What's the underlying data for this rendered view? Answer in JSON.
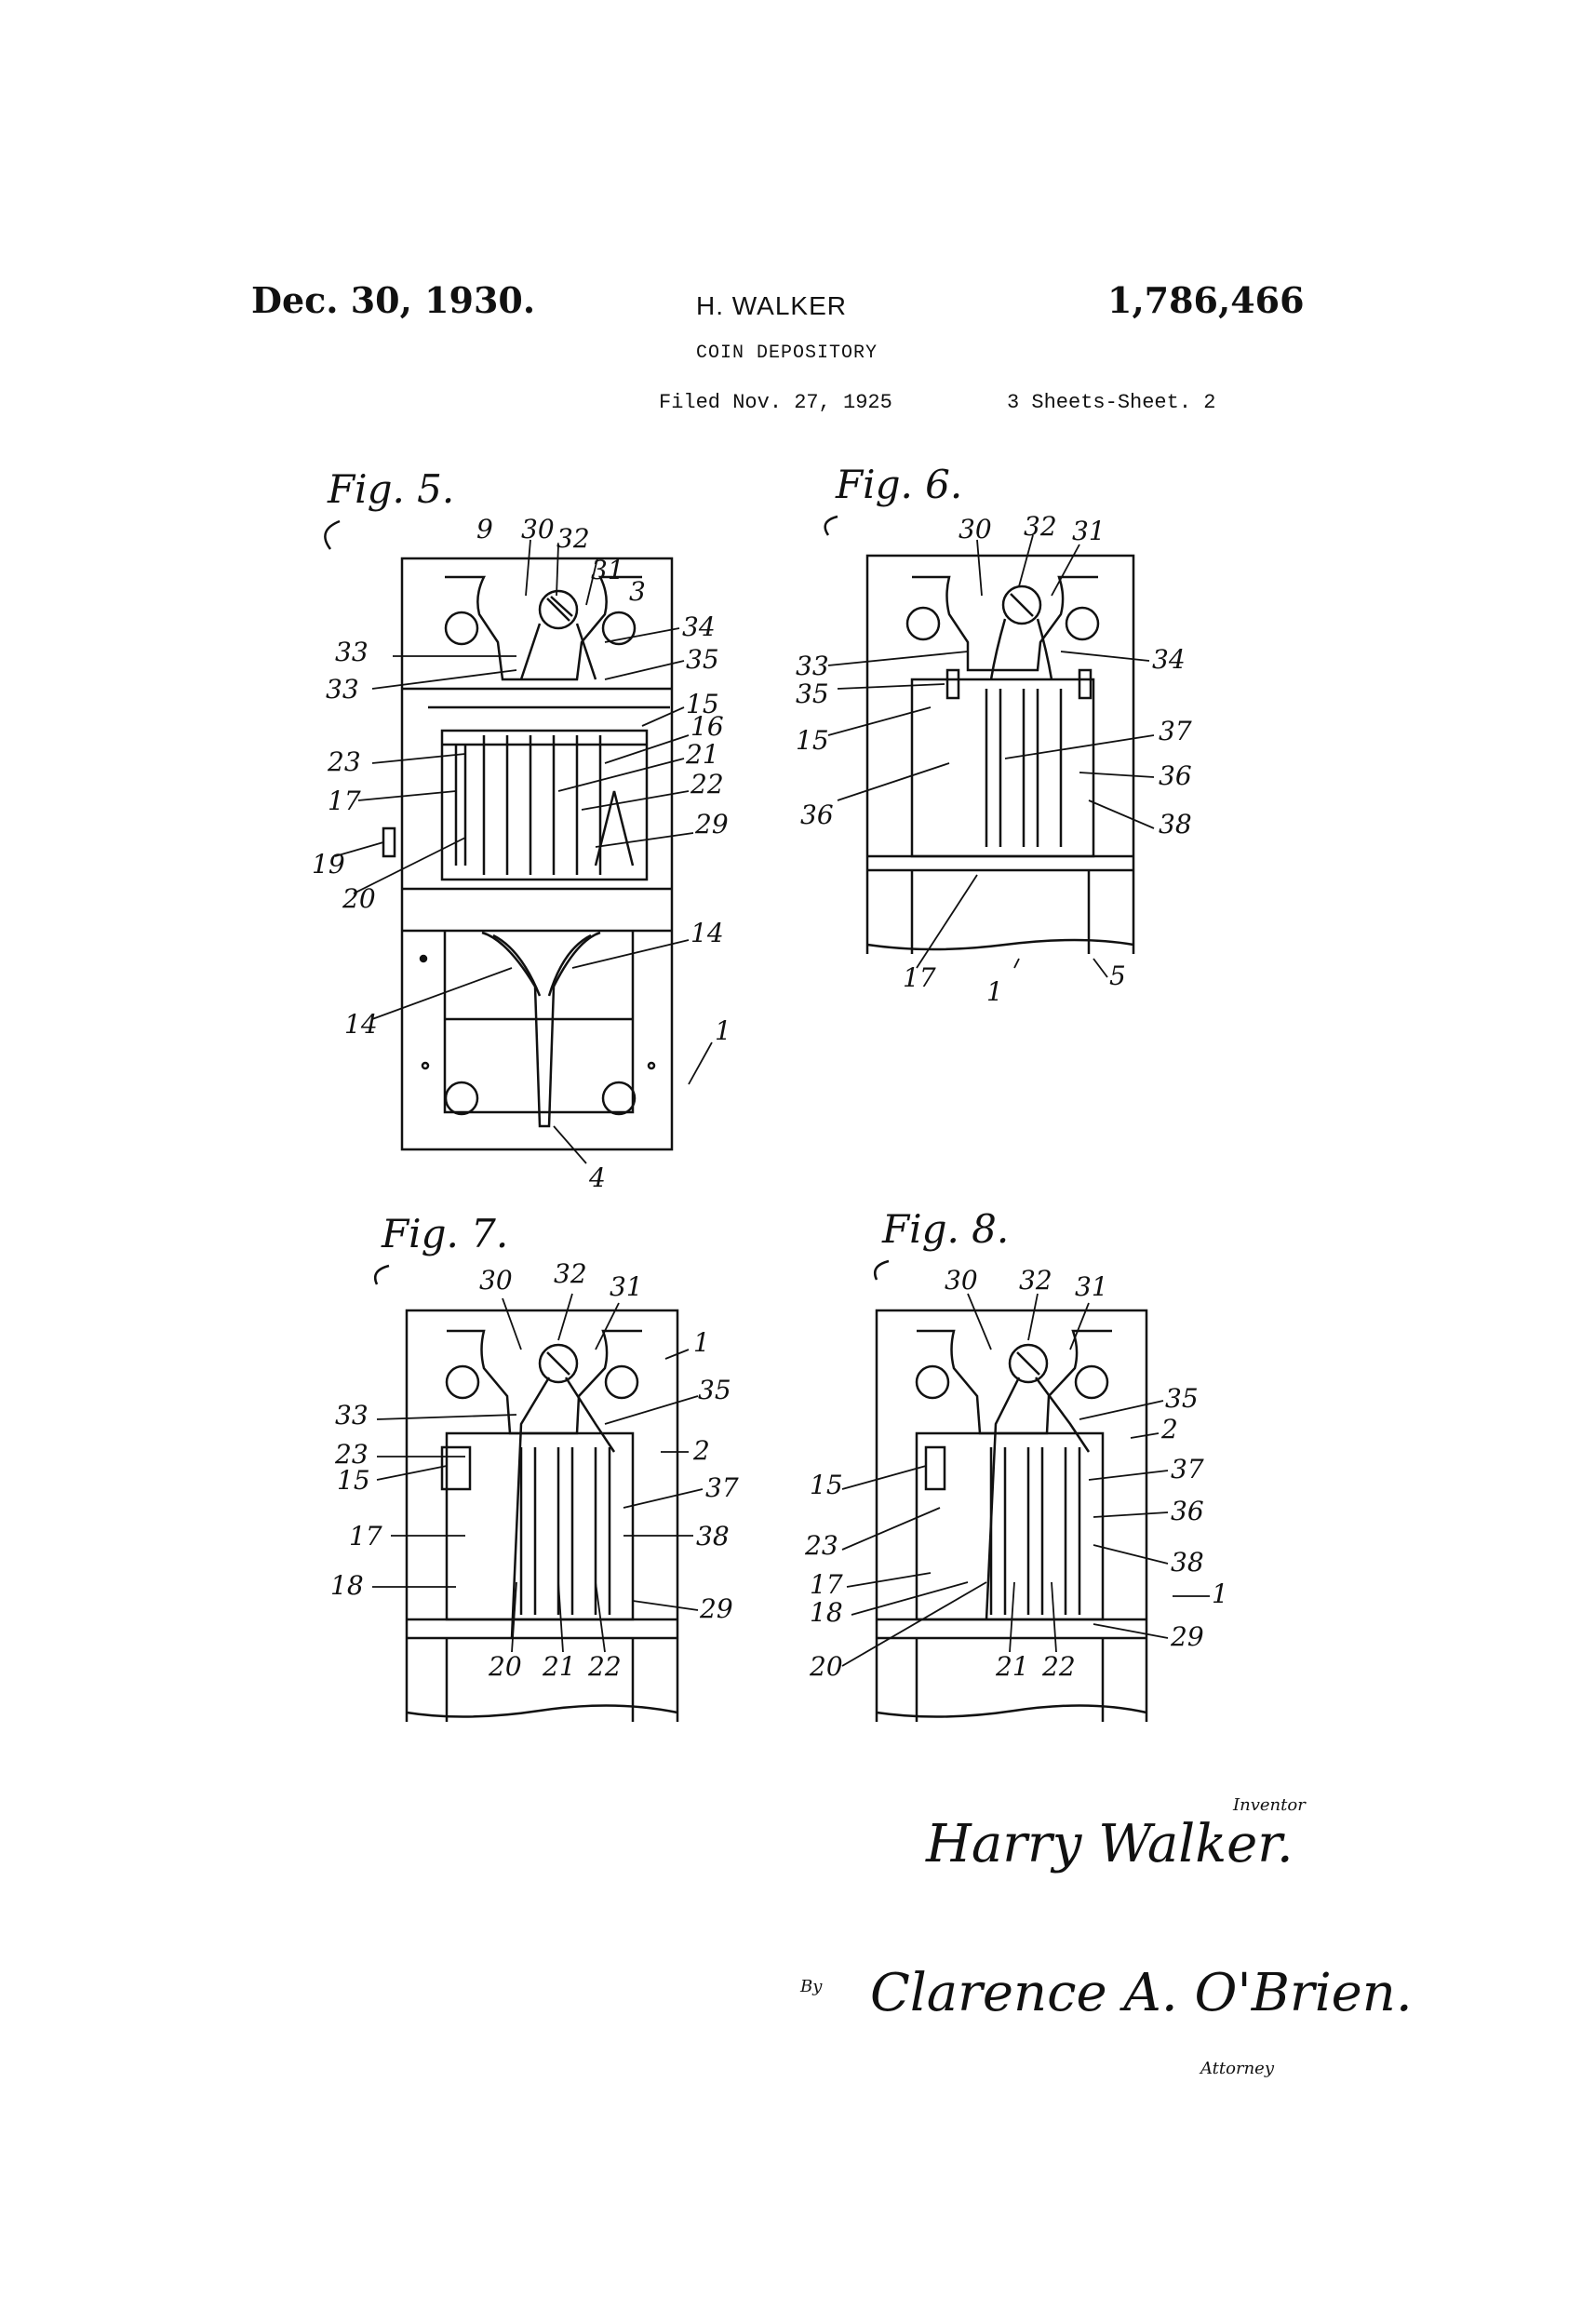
{
  "header": {
    "date": "Dec. 30, 1930.",
    "inventor": "H. WALKER",
    "patent_number": "1,786,466",
    "title": "COIN DEPOSITORY",
    "filed": "Filed Nov. 27, 1925",
    "sheets": "3 Sheets-Sheet. 2"
  },
  "figures": {
    "fig5": {
      "label": "Fig. 5.",
      "refs": [
        "9",
        "30",
        "32",
        "31",
        "3",
        "34",
        "35",
        "15",
        "16",
        "21",
        "22",
        "29",
        "33",
        "33",
        "23",
        "17",
        "19",
        "20",
        "14",
        "14",
        "1",
        "4"
      ]
    },
    "fig6": {
      "label": "Fig. 6.",
      "refs": [
        "30",
        "32",
        "31",
        "34",
        "33",
        "35",
        "15",
        "37",
        "36",
        "36",
        "38",
        "17",
        "1",
        "5"
      ]
    },
    "fig7": {
      "label": "Fig. 7.",
      "refs": [
        "30",
        "32",
        "31",
        "1",
        "35",
        "33",
        "2",
        "23",
        "15",
        "37",
        "17",
        "38",
        "18",
        "29",
        "20",
        "21",
        "22"
      ]
    },
    "fig8": {
      "label": "Fig. 8.",
      "refs": [
        "30",
        "32",
        "31",
        "35",
        "2",
        "15",
        "37",
        "23",
        "36",
        "38",
        "17",
        "18",
        "1",
        "29",
        "20",
        "21",
        "22"
      ]
    }
  },
  "signature": {
    "inventor_caption": "Inventor",
    "inventor_name": "Harry Walker.",
    "by": "By",
    "attorney_name": "Clarence A. O'Brien.",
    "attorney_caption": "Attorney"
  }
}
